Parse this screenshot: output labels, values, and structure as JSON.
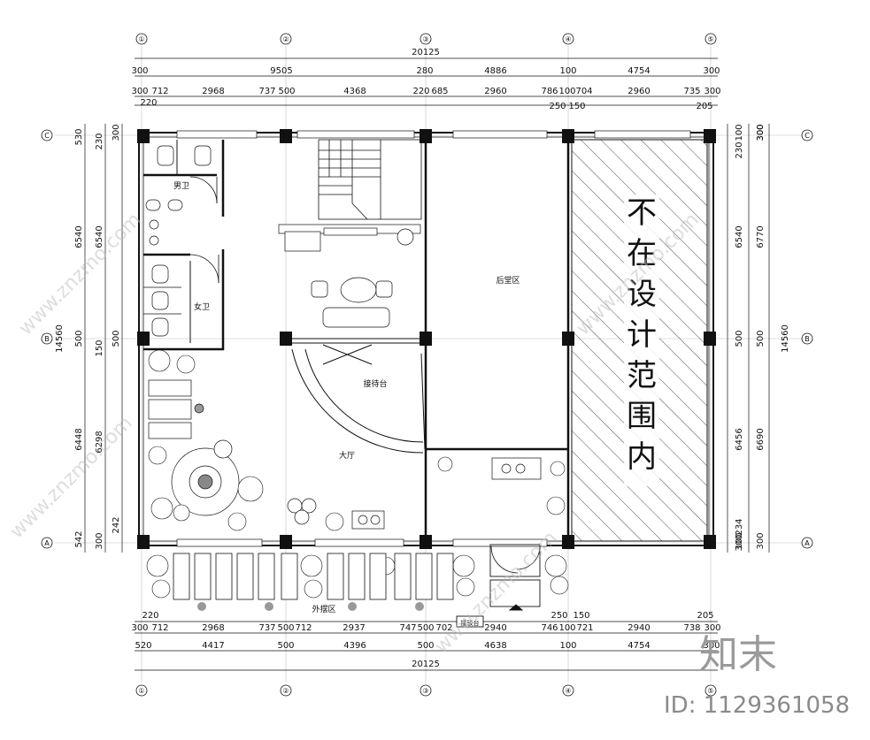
{
  "axes_top": [
    "①",
    "②",
    "③",
    "④",
    "⑤"
  ],
  "axes_side": [
    "C",
    "B",
    "A"
  ],
  "top_dims": {
    "total": "20125",
    "row1": [
      "300",
      "9505",
      "280",
      "4886",
      "100",
      "4754",
      "300"
    ],
    "row2": [
      "300",
      "712",
      "2968",
      "737",
      "500",
      "4368",
      "220",
      "685",
      "2960",
      "786",
      "100",
      "704",
      "2960",
      "735",
      "300"
    ],
    "row3": [
      "220",
      "250",
      "150",
      "205"
    ]
  },
  "bottom_dims": {
    "row1": [
      "220",
      "250",
      "150",
      "205"
    ],
    "row2": [
      "300",
      "712",
      "2968",
      "737",
      "500",
      "712",
      "2937",
      "747",
      "500",
      "702",
      "2940",
      "746",
      "100",
      "721",
      "2940",
      "738",
      "300"
    ],
    "row3": [
      "520",
      "4417",
      "500",
      "4396",
      "500",
      "4638",
      "100",
      "4754",
      "300"
    ],
    "total": "20125"
  },
  "left_dims": {
    "outer": [
      "530",
      "6540",
      "500",
      "6448",
      "542"
    ],
    "total": "14560",
    "inner": [
      "230",
      "300",
      "6540",
      "150",
      "500",
      "6298",
      "242",
      "300"
    ]
  },
  "right_dims": {
    "outer": [
      "230",
      "300",
      "6540",
      "500",
      "6456",
      "234",
      "300"
    ],
    "total": "14560",
    "inner": [
      "100",
      "300",
      "6770",
      "500",
      "6690",
      "100",
      "300"
    ]
  },
  "rooms": {
    "men_wc": "男卫",
    "women_wc": "女卫",
    "reception_desk": "接待台",
    "lobby": "大厅",
    "rest_area": "后堂区",
    "outdoor_area": "外摆区",
    "stage": "接驳台",
    "out_of_scope": "不在设计范围内"
  },
  "out_of_scope_chars": [
    "不",
    "在",
    "设",
    "计",
    "范",
    "围",
    "内"
  ],
  "watermark": {
    "site": "www.znzmo.com",
    "brand": "知末",
    "id": "ID: 1129361058"
  }
}
